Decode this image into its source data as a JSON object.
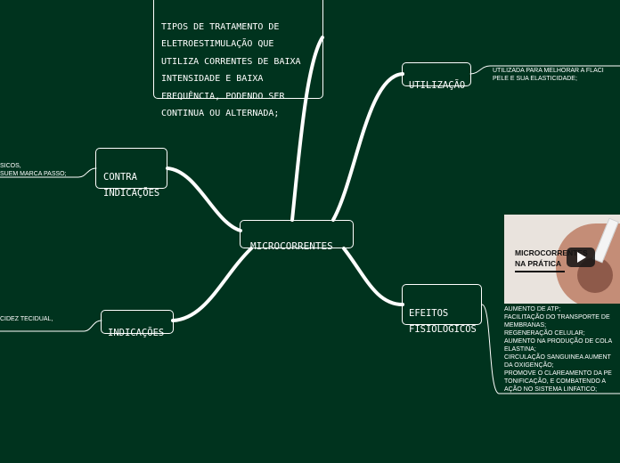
{
  "colors": {
    "background": "#00331e",
    "line": "#ffffff",
    "text": "#ffffff"
  },
  "central": {
    "label": "MICROCORRENTES"
  },
  "definition": {
    "text": "TIPOS DE TRATAMENTO DE\nELETROESTIMULAÇÃO QUE\nUTILIZA CORRENTES DE BAIXA\nINTENSIDADE E BAIXA\nFREQUÊNCIA, PODENDO SER\nCONTINUA OU ALTERNADA;"
  },
  "utilizacao": {
    "label": "UTILIZAÇÃO",
    "detail": "UTILIZADA PARA MELHORAR A FLACI\nPELE E SUA ELASTICIDADE;"
  },
  "contra": {
    "label": "CONTRA\nINDICAÇÕES",
    "detail": "SICOS,\nSUEM MARCA PASSO;"
  },
  "indicacoes": {
    "label": "INDICAÇÕES",
    "detail": "CIDEZ TECIDUAL,"
  },
  "efeitos": {
    "label": "EFEITOS\nFISIOLOGICOS",
    "detail": "AUMENTO DE ATP;\nFACILITAÇÃO DO TRANSPORTE DE\nMEMBRANAS;\nREGENERAÇÃO CELULAR;\nAUMENTO NA PRODUÇÃO DE COLA\nELASTINA;\nCIRCULAÇÃO SANGUINEA AUMENT\nDA OXIGENÇÃO;\nPROMOVE O CLAREAMENTO DA PE\nTONIFICAÇÃO, E COMBATENDO A\nAÇÃO NO SISTEMA LINFATICO;"
  },
  "video": {
    "title": "MICROCORRENTES\nNA PRÁTICA",
    "icon": "play-icon"
  }
}
